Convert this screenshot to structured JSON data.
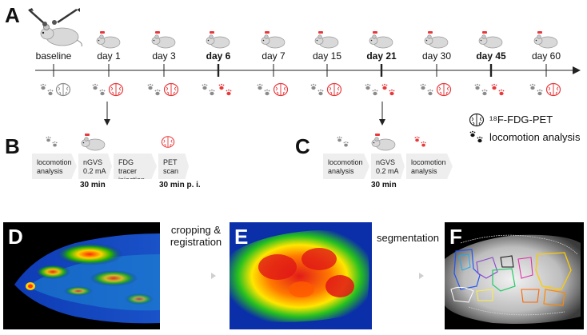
{
  "panels": {
    "A": "A",
    "B": "B",
    "C": "C",
    "D": "D",
    "E": "E",
    "F": "F"
  },
  "timeline": {
    "days": [
      {
        "label": "baseline",
        "bold": false,
        "tick_bold": false,
        "brain": "gray",
        "paws": "gray"
      },
      {
        "label": "day 1",
        "bold": false,
        "tick_bold": false,
        "brain": "red",
        "paws": "gray",
        "rat": true
      },
      {
        "label": "day 3",
        "bold": false,
        "tick_bold": false,
        "brain": "red",
        "paws": "gray",
        "rat": true
      },
      {
        "label": "day 6",
        "bold": true,
        "tick_bold": true,
        "brain": "none",
        "paws": "red",
        "rat": true
      },
      {
        "label": "day 7",
        "bold": false,
        "tick_bold": false,
        "brain": "red",
        "paws": "gray",
        "rat": true
      },
      {
        "label": "day 15",
        "bold": false,
        "tick_bold": false,
        "brain": "red",
        "paws": "gray",
        "rat": true
      },
      {
        "label": "day 21",
        "bold": true,
        "tick_bold": true,
        "brain": "none",
        "paws": "red",
        "rat": true
      },
      {
        "label": "day 30",
        "bold": false,
        "tick_bold": false,
        "brain": "red",
        "paws": "gray",
        "rat": true
      },
      {
        "label": "day 45",
        "bold": true,
        "tick_bold": true,
        "brain": "none",
        "paws": "red",
        "rat": true
      },
      {
        "label": "day 60",
        "bold": false,
        "tick_bold": false,
        "brain": "red",
        "paws": "gray",
        "rat": true
      }
    ]
  },
  "legend": {
    "pet_label": "¹⁸F-FDG-PET",
    "locomotion_label": "locomotion analysis"
  },
  "protocol_b": {
    "steps": [
      {
        "label": "locomotion analysis"
      },
      {
        "label": "nGVS 0.2 mA"
      },
      {
        "label": "FDG tracer injection"
      },
      {
        "label": "PET scan"
      }
    ],
    "time1": "30 min",
    "time2": "30 min p. i."
  },
  "protocol_c": {
    "steps": [
      {
        "label": "locomotion analysis"
      },
      {
        "label": "nGVS 0.2 mA"
      },
      {
        "label": "locomotion analysis"
      }
    ],
    "time1": "30 min"
  },
  "images": {
    "step1": "cropping & registration",
    "step2": "segmentation"
  },
  "colors": {
    "accent_red": "#e8383a",
    "gray_icon": "#8a8a8a",
    "chevron_fill": "#eeeeee"
  }
}
